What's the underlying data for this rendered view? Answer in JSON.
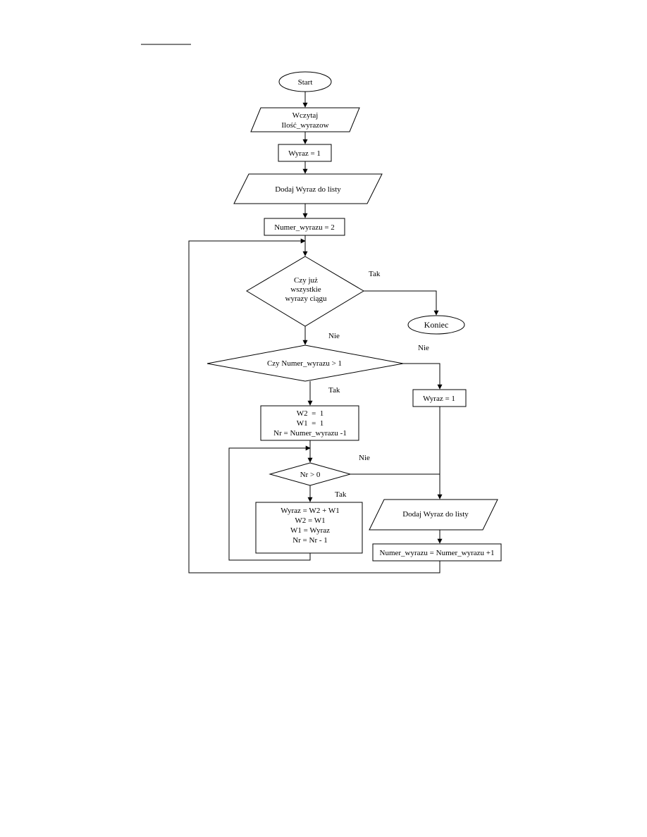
{
  "nodes": {
    "start": {
      "label": [
        "Start"
      ]
    },
    "read_count": {
      "label": [
        "Wczytaj",
        "Ilość_wyrazow"
      ]
    },
    "set_term_one": {
      "label": [
        "Wyraz = 1"
      ]
    },
    "add_term_first": {
      "label": [
        "Dodaj Wyraz do listy"
      ]
    },
    "set_number_two": {
      "label": [
        "Numer_wyrazu = 2"
      ]
    },
    "decision_all_terms": {
      "label": [
        "Czy już",
        "wszystkie",
        "wyrazy ciągu"
      ]
    },
    "end": {
      "label": [
        "Koniec"
      ]
    },
    "decision_number_gt_one": {
      "label": [
        "Czy Numer_wyrazu > 1"
      ]
    },
    "init_vars": {
      "label": [
        "W2  =  1",
        "W1  =  1",
        "Nr = Numer_wyrazu -1"
      ]
    },
    "set_term_one_b": {
      "label": [
        "Wyraz = 1"
      ]
    },
    "decision_nr_gt_zero": {
      "label": [
        "Nr > 0"
      ]
    },
    "loop_body": {
      "label": [
        "Wyraz = W2 + W1",
        "W2 = W1",
        "W1 = Wyraz",
        "Nr = Nr - 1"
      ]
    },
    "add_term_loop": {
      "label": [
        "Dodaj Wyraz do listy"
      ]
    },
    "increment_number": {
      "label": [
        "Numer_wyrazu = Numer_wyrazu +1"
      ]
    }
  },
  "edge_labels": {
    "all_terms_yes": "Tak",
    "all_terms_no": "Nie",
    "number_gt_one_no": "Nie",
    "number_gt_one_yes": "Tak",
    "nr_gt_zero_no": "Nie",
    "nr_gt_zero_yes": "Tak"
  }
}
